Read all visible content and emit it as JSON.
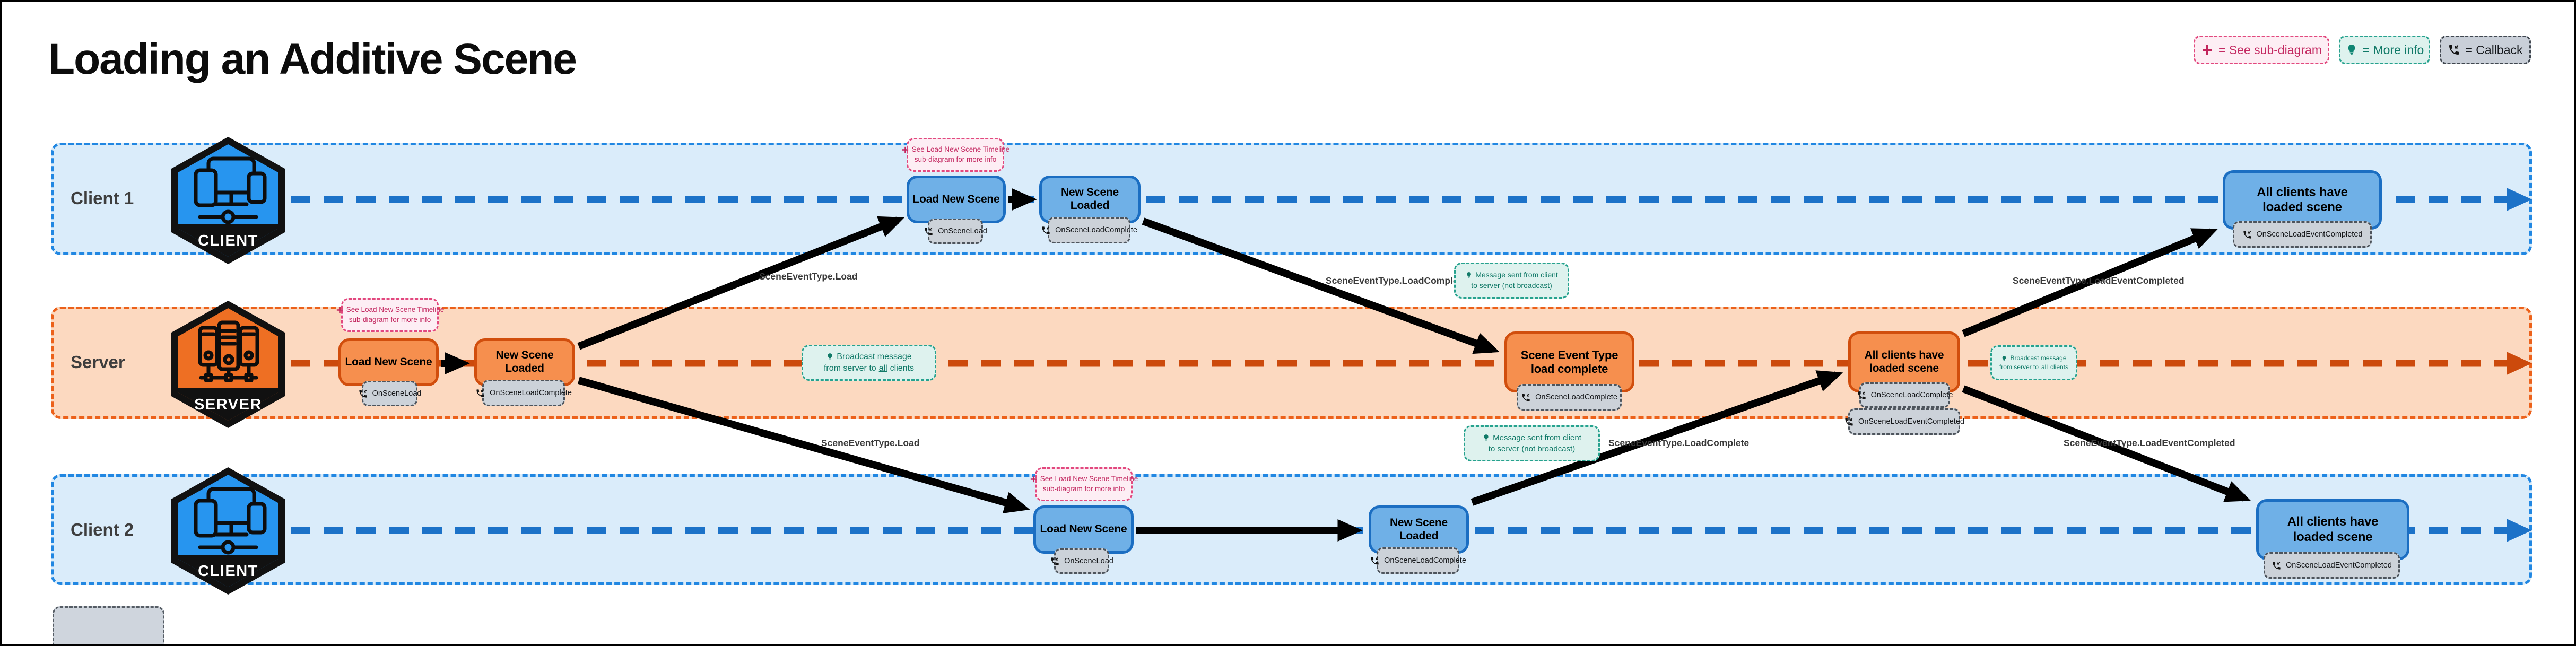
{
  "title": "Loading an Additive Scene",
  "legend": {
    "sub_diagram": "= See sub-diagram",
    "more_info": "= More info",
    "callback": "= Callback"
  },
  "lanes": {
    "client1": {
      "label": "Client 1",
      "badge": "CLIENT"
    },
    "server": {
      "label": "Server",
      "badge": "SERVER"
    },
    "client2": {
      "label": "Client 2",
      "badge": "CLIENT"
    }
  },
  "nodes": {
    "client1_load": {
      "title": "Load New Scene",
      "callbacks": [
        "OnSceneLoad"
      ]
    },
    "client1_loaded": {
      "title": "New Scene Loaded",
      "callbacks": [
        "OnSceneLoadComplete"
      ]
    },
    "client1_all_loaded": {
      "title_lines": [
        "All clients have",
        "loaded scene"
      ],
      "callbacks": [
        "OnSceneLoadEventCompleted"
      ]
    },
    "server_load": {
      "title": "Load New Scene",
      "callbacks": [
        "OnSceneLoad"
      ]
    },
    "server_loaded": {
      "title": "New Scene Loaded",
      "callbacks": [
        "OnSceneLoadComplete"
      ]
    },
    "server_load_complete": {
      "title_lines": [
        "Scene Event Type",
        "load complete"
      ],
      "callbacks": [
        "OnSceneLoadComplete"
      ]
    },
    "server_all_loaded": {
      "title_lines": [
        "All clients have",
        "loaded scene"
      ],
      "callbacks": [
        "OnSceneLoadComplete",
        "OnSceneLoadEventCompleted"
      ]
    },
    "client2_load": {
      "title": "Load New Scene",
      "callbacks": [
        "OnSceneLoad"
      ]
    },
    "client2_loaded": {
      "title": "New Scene Loaded",
      "callbacks": [
        "OnSceneLoadComplete"
      ]
    },
    "client2_all_loaded": {
      "title_lines": [
        "All clients have",
        "loaded scene"
      ],
      "callbacks": [
        "OnSceneLoadEventCompleted"
      ]
    }
  },
  "notes": {
    "sub_diagram": {
      "line1": "See Load New Scene Timeline",
      "line2": "sub-diagram for more info"
    },
    "broadcast": {
      "line1": "Broadcast message",
      "line2_pre": "from server to ",
      "line2_underlined": "all",
      "line2_post": " clients"
    },
    "client_to_server": {
      "line1": "Message sent from client",
      "line2": "to server (not broadcast)"
    }
  },
  "edge_labels": {
    "load": "SceneEventType.Load",
    "load_complete": "SceneEventType.LoadComplete",
    "load_event_completed": "SceneEventType.LoadEventCompleted"
  },
  "colors": {
    "client_accent": "#1b6ec2",
    "client_lane": "#daecfa",
    "server_accent": "#d14e0d",
    "server_lane": "#fcd9c0",
    "pink": "#d6336c",
    "teal": "#12967f",
    "callback_gray": "#ccd2d9"
  }
}
